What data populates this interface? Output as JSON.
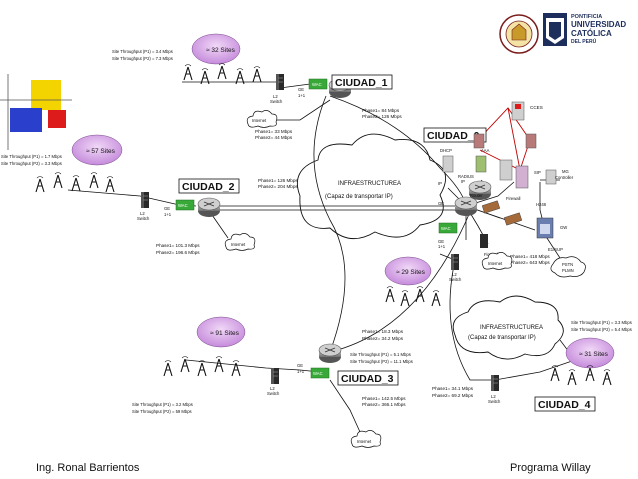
{
  "header": {
    "university_line1": "PONTIFICIA",
    "university_line2": "UNIVERSIDAD",
    "university_line3": "CATÓLICA",
    "university_line4": "DEL PERÚ"
  },
  "cities": {
    "c1": "CIUDAD_1",
    "c0": "CIUDAD_0",
    "c2": "CIUDAD_2",
    "c3": "CIUDAD_3",
    "c4": "CIUDAD_4"
  },
  "sites": {
    "s1": "≈ 32 Sites",
    "s2": "≈ 57 Sites",
    "s3": "≈ 29 Sites",
    "s4": "≈ 91 Sites",
    "s5": "≈ 31 Sites"
  },
  "site_throughput": {
    "t1a": "Site Throughput (P1) = 3.4 Mbps",
    "t1b": "Site Throughput (P2) = 7.3 Mbps",
    "t2a": "Site Throughput (P1) = 1.7 Mbps",
    "t2b": "Site Throughput (P2) = 3.3 Mbps",
    "t3a": "Site Throughput (P1) = 5.1 Mbps",
    "t3b": "Site Throughput (P2) = 11.1 Mbps",
    "t4a": "Site Throughput (P1) = 3.2 Mbps",
    "t4b": "Site Throughput (P2) = 59 Mbps",
    "t5a": "Site Throughput (P1) = 3.3 Mbps",
    "t5b": "Site Throughput (P2) = 5.4 Mbps"
  },
  "phases": {
    "p1a": "Phase1= 84 Mbps",
    "p1b": "Phase2= 126 Mbps",
    "p1c": "Phase1= 33 Mbps",
    "p1d": "Phase2= 44 Mbps",
    "p2a": "Phase1= 126 Mbps",
    "p2b": "Phase2= 204 Mbps",
    "p2c": "Phase1= 101.3 Mbps",
    "p2d": "Phase2= 196.6 Mbps",
    "p3a": "Phase1= 18.3 Mbps",
    "p3b": "Phase2= 34.2 Mbps",
    "p3c": "Phase1= 142.5 Mbps",
    "p3d": "Phase2= 366.1 Mbps",
    "p0a": "Phase1= 418 Mbps",
    "p0b": "Phase2= 643 Mbps",
    "p4a": "Phase1= 34.1 Mbps",
    "p4b": "Phase2= 69.2 Mbps"
  },
  "labels": {
    "cloud1_l1": "INFRAESTRUCTUREA",
    "cloud1_l2": "(Capaz de transportar IP)",
    "cloud2_l1": "INFRAESTRUCTUREA",
    "cloud2_l2": "(Capaz de transportar IP)",
    "internet": "Internet",
    "l2switch_a": "L2",
    "l2switch_b": "Switch",
    "ge": "GE",
    "onetoone": "1+1",
    "wac": "WAC",
    "cces": "CCES",
    "dhcp": "DHCP",
    "aaa": "AAA",
    "radius": "RADIUS",
    "ip": "IP",
    "router": "Router",
    "sip": "SIP",
    "mg": "MG",
    "controller": "Controller",
    "h248": "H248",
    "gw": "GW",
    "e1sup": "E1/SUP",
    "pstn_l1": "PSTN",
    "pstn_l2": "PLMN",
    "firewall": "Firewall"
  },
  "footer": {
    "left": "Ing. Ronal Barrientos",
    "right": "Programa Willay"
  },
  "colors": {
    "wac_green": "#38a838",
    "sites_bubble": "#d9a8e8",
    "cities_blue": "#1d2e5c",
    "deco_yellow": "#f4d400",
    "deco_blue": "#2a3fcc",
    "deco_red": "#dd1b1b"
  }
}
